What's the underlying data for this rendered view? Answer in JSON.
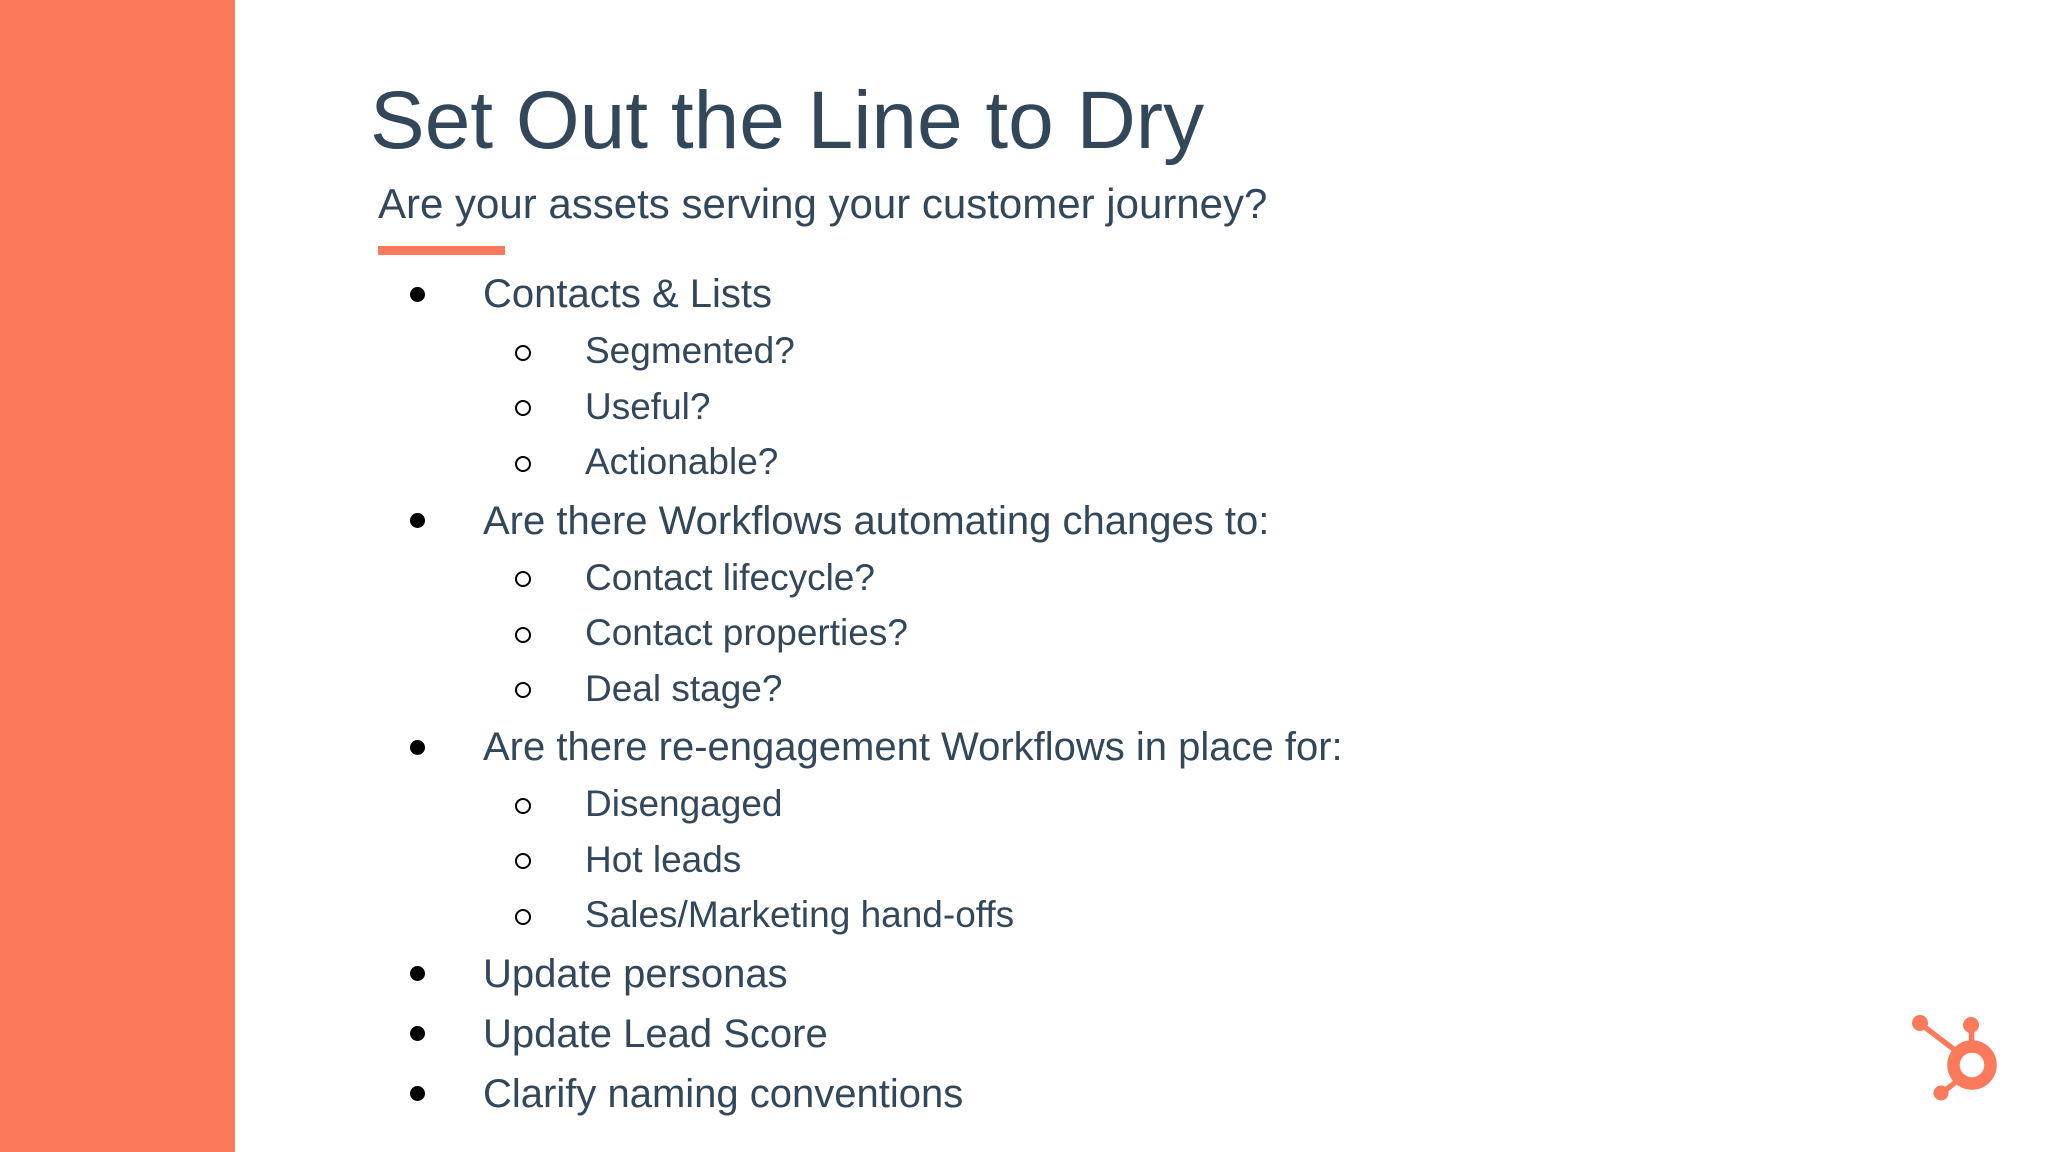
{
  "slide": {
    "title": "Set Out the Line to Dry",
    "subtitle": "Are your assets serving your customer journey?",
    "accent_color": "#fb7a5c",
    "text_color": "#33475b",
    "background_color": "#ffffff",
    "bullet_color": "#000000",
    "logo": "hubspot-sprocket-icon",
    "bullets": [
      {
        "level": 1,
        "text": "Contacts & Lists"
      },
      {
        "level": 2,
        "text": "Segmented?"
      },
      {
        "level": 2,
        "text": "Useful?"
      },
      {
        "level": 2,
        "text": "Actionable?"
      },
      {
        "level": 1,
        "text": "Are there Workflows automating changes to:"
      },
      {
        "level": 2,
        "text": "Contact lifecycle?"
      },
      {
        "level": 2,
        "text": "Contact properties?"
      },
      {
        "level": 2,
        "text": "Deal stage?"
      },
      {
        "level": 1,
        "text": "Are there re-engagement Workflows in place for:"
      },
      {
        "level": 2,
        "text": "Disengaged"
      },
      {
        "level": 2,
        "text": "Hot leads"
      },
      {
        "level": 2,
        "text": "Sales/Marketing hand-offs"
      },
      {
        "level": 1,
        "text": "Update personas"
      },
      {
        "level": 1,
        "text": "Update Lead Score"
      },
      {
        "level": 1,
        "text": "Clarify naming conventions"
      }
    ]
  }
}
